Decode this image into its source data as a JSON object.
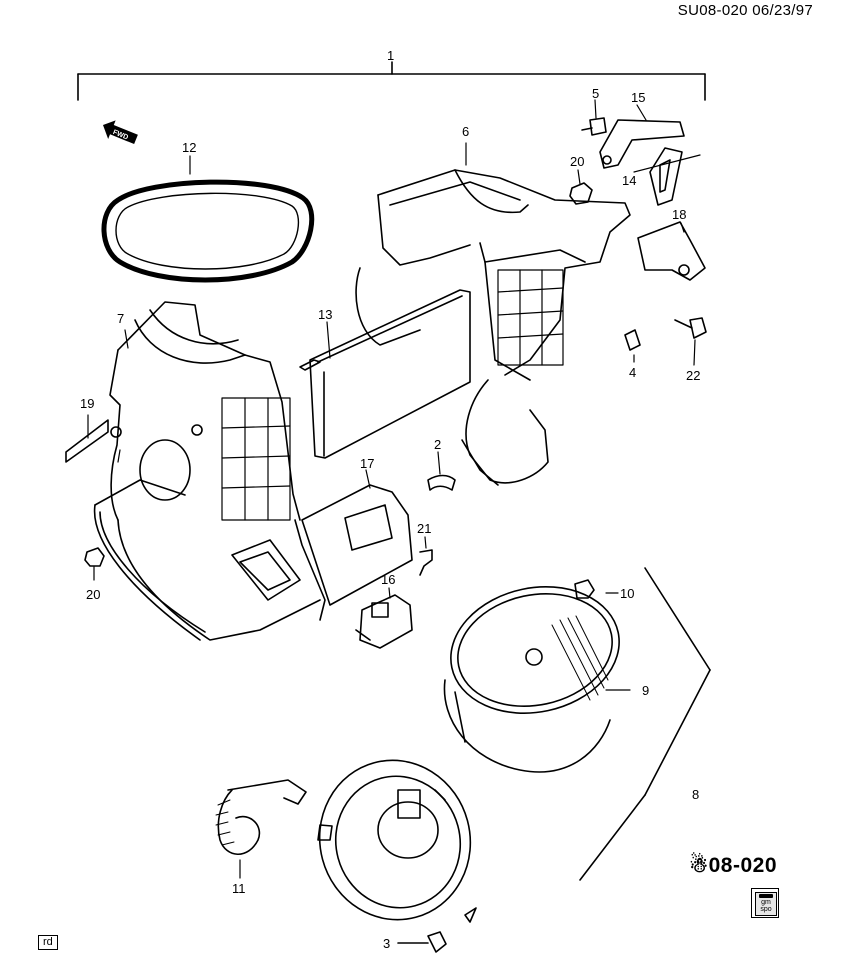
{
  "header": {
    "code": "SU08-020  06/23/97"
  },
  "catalog_ref": "☃08-020",
  "footer": {
    "tag": "rd"
  },
  "logo": {
    "line1": "gm",
    "line2": "spo"
  },
  "fwd_label": "FWD",
  "callouts": [
    "1",
    "2",
    "3",
    "4",
    "5",
    "6",
    "7",
    "8",
    "9",
    "10",
    "11",
    "12",
    "13",
    "14",
    "15",
    "16",
    "17",
    "18",
    "19",
    "20",
    "20",
    "21",
    "22"
  ]
}
